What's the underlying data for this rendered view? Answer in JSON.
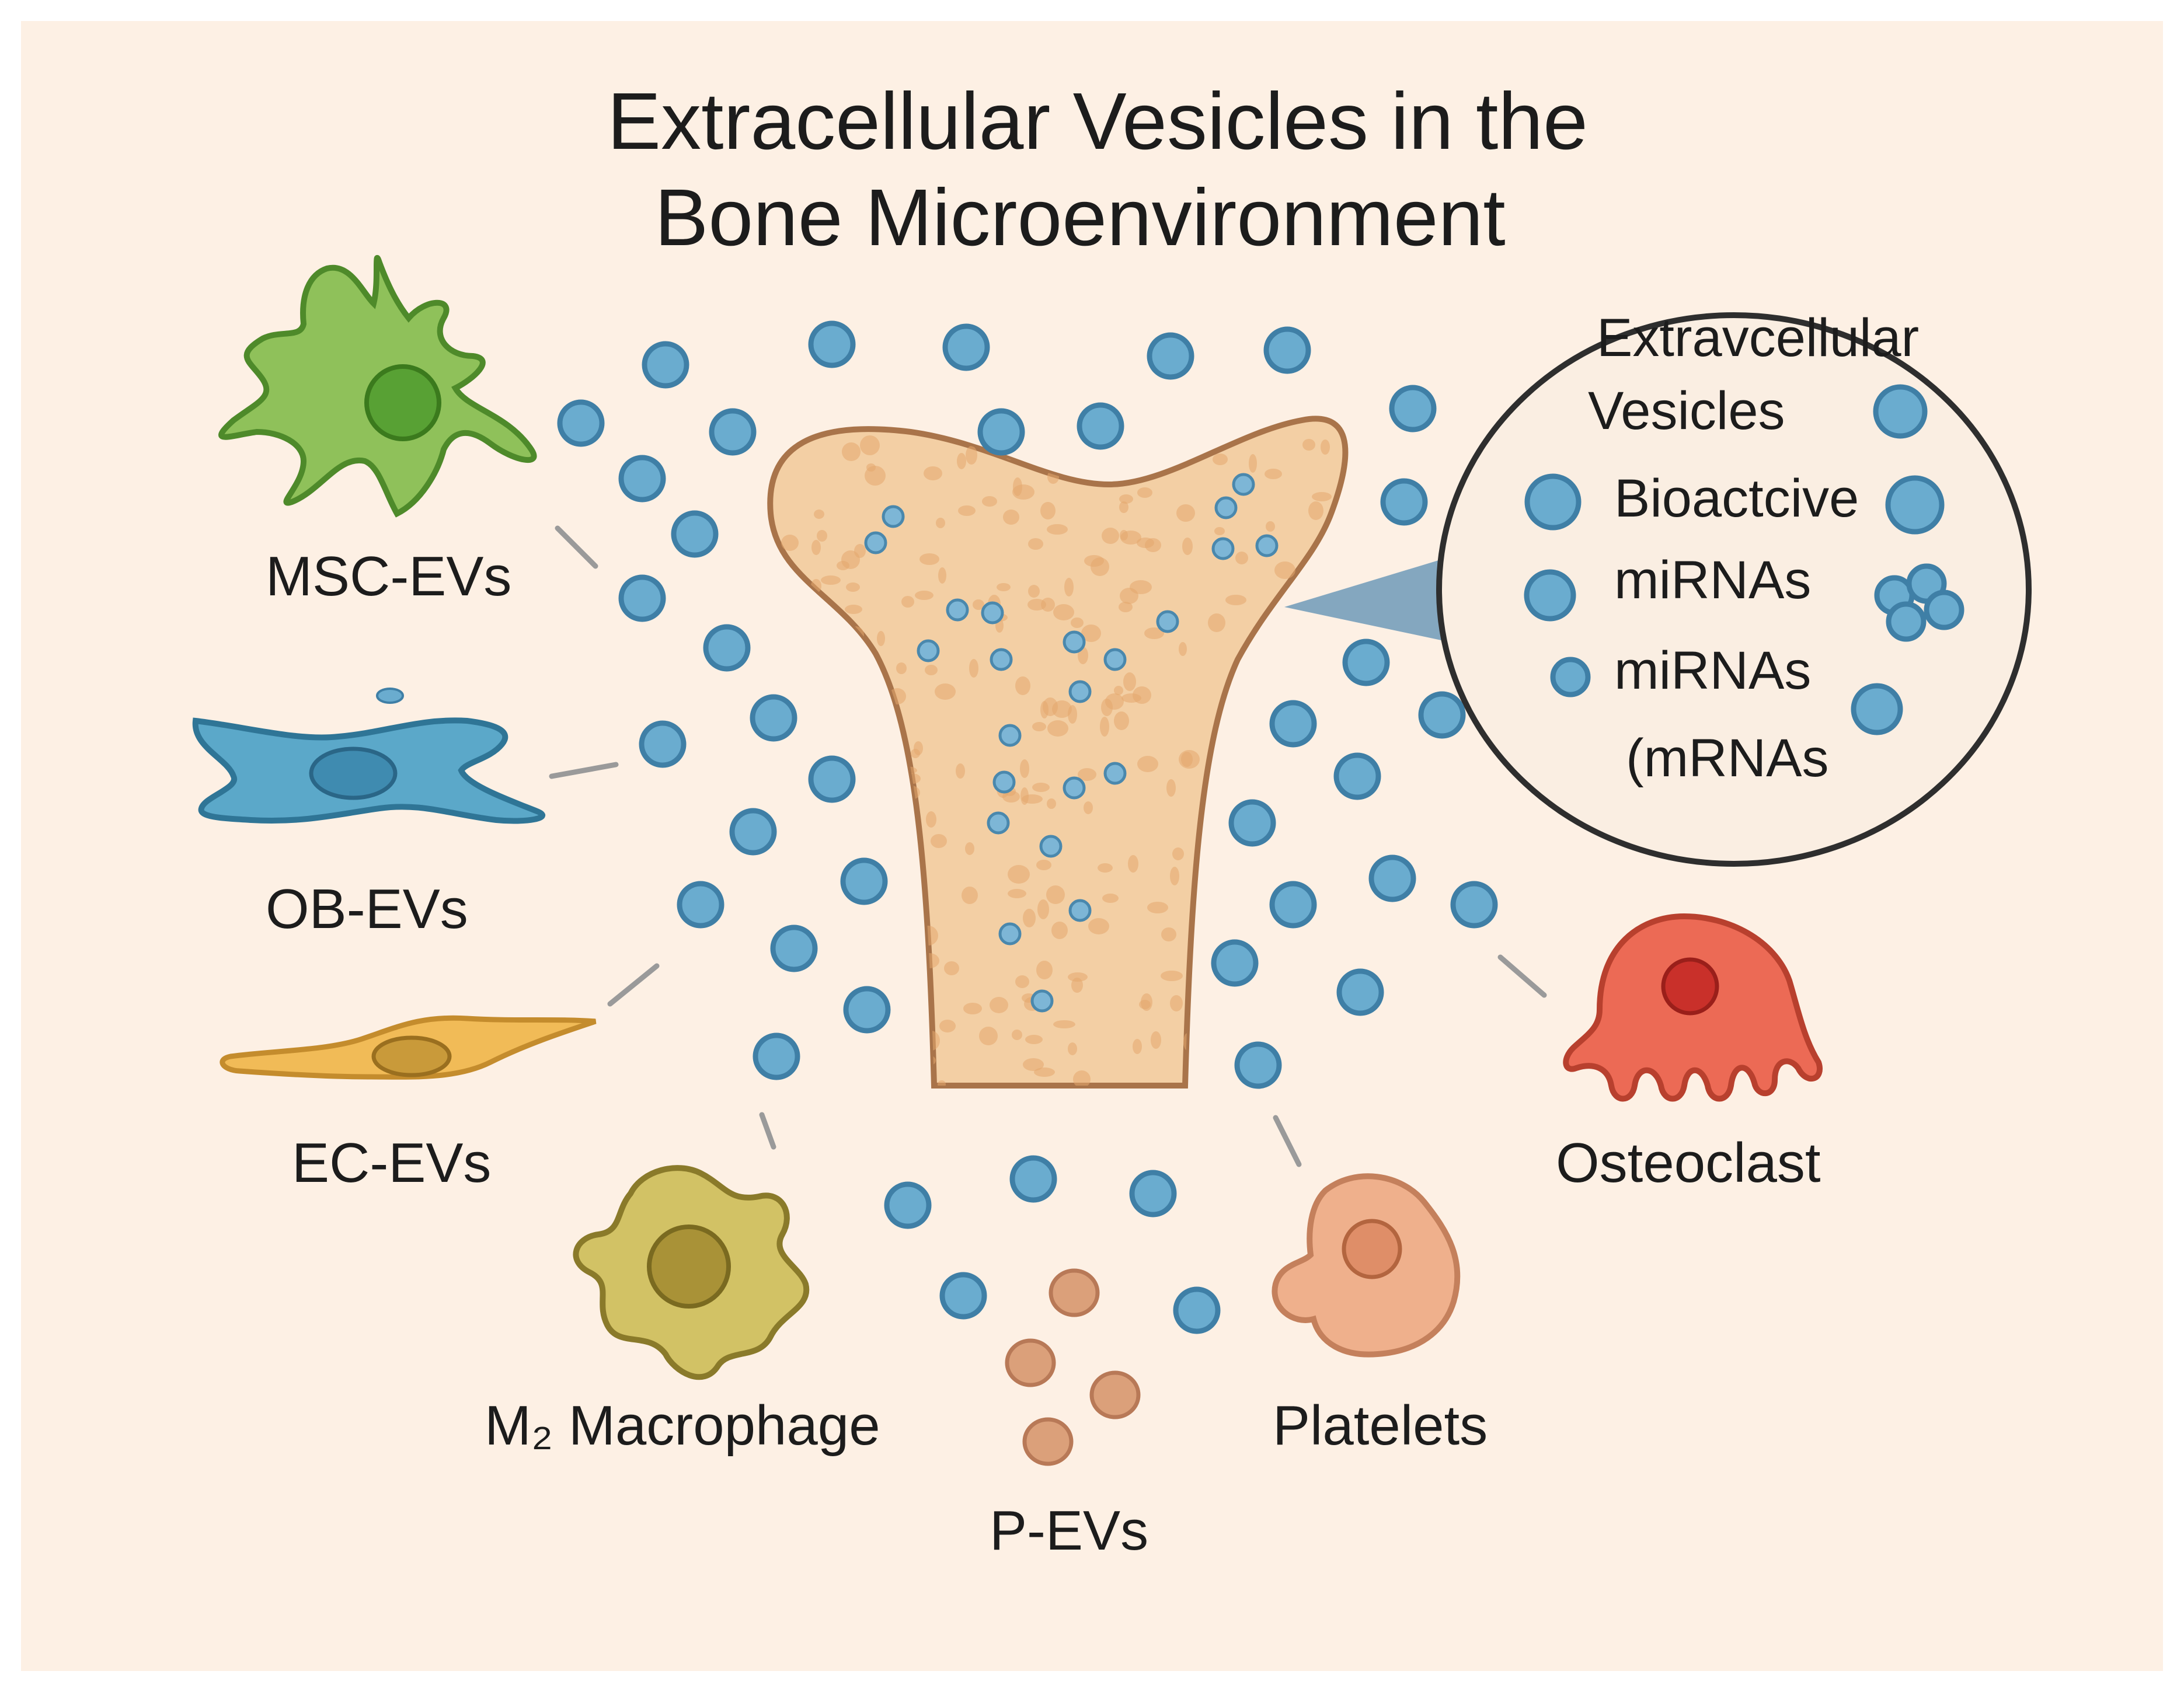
{
  "title": {
    "line1": "Extracellular Vesicles in the",
    "line2": "Bone Microenvironment"
  },
  "cells": {
    "msc": {
      "label": "MSC-EVs",
      "color": "#8fc15a"
    },
    "ob": {
      "label": "OB-EVs",
      "color": "#5ba8c9"
    },
    "ec": {
      "label": "EC-EVs",
      "color": "#f1bb57"
    },
    "macrophage": {
      "label": "M₂ Macrophage",
      "color": "#d2c265"
    },
    "platelets": {
      "label": "Platelets",
      "color": "#efb08c"
    },
    "osteoclast": {
      "label": "Osteoclast",
      "color": "#ec6a55"
    },
    "pevs": {
      "label": "P-EVs",
      "color": "#dba07a"
    }
  },
  "inset": {
    "line1": "Extravcellular",
    "line2": "Vesicles",
    "line3": "Bioactcive",
    "line4": "miRNAs",
    "line5": "miRNAs",
    "line6": "(mRNAs"
  },
  "colors": {
    "background": "#fdf0e4",
    "vesicle": "#6aaccf",
    "bone": "#f3cfa4"
  }
}
